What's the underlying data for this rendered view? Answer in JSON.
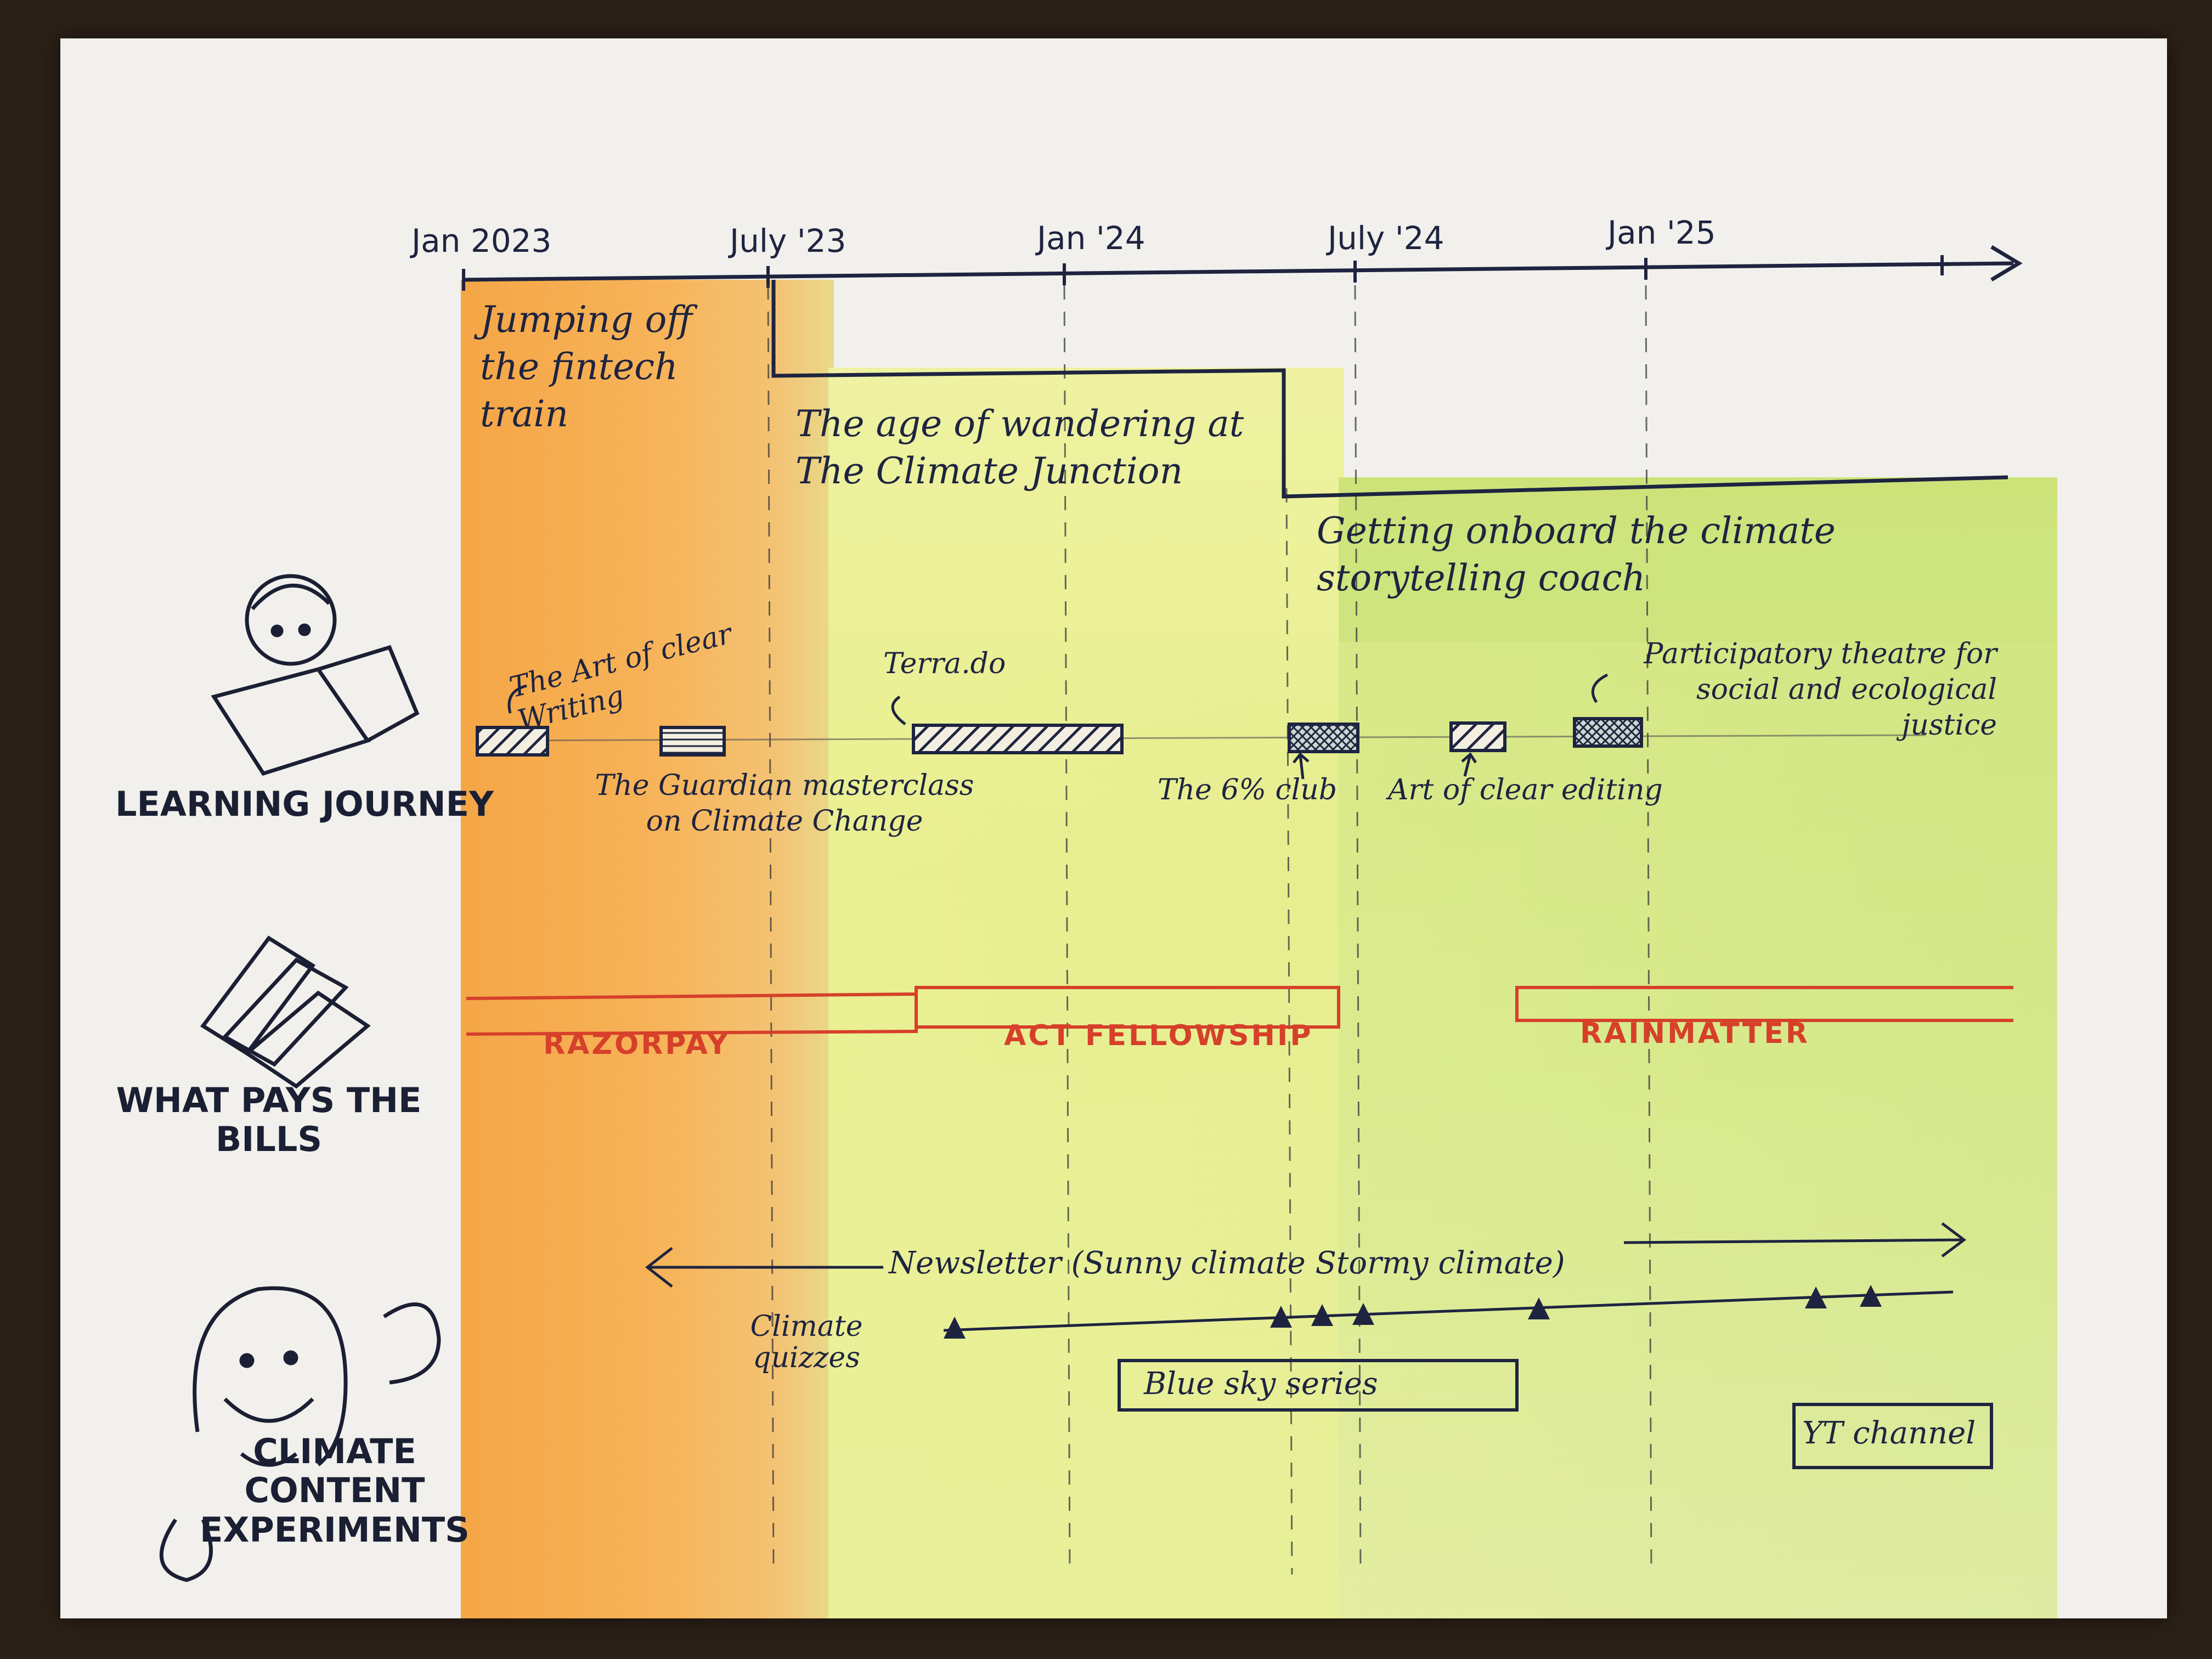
{
  "timeline": {
    "ticks": [
      "Jan 2023",
      "July '23",
      "Jan '24",
      "July '24",
      "Jan '25"
    ]
  },
  "phases": [
    {
      "label": "Jumping off the fintech train",
      "color": "#f5a646"
    },
    {
      "label": "The age of wandering at The Climate Junction",
      "color": "#eaf08f"
    },
    {
      "label": "Getting onboard the climate storytelling coach",
      "color": "#cfe47e"
    }
  ],
  "rows": {
    "learning": "LEARNING JOURNEY",
    "bills": "WHAT PAYS THE BILLS",
    "content": "CLIMATE CONTENT EXPERIMENTS"
  },
  "learning_items": [
    {
      "label": "The Art of clear Writing"
    },
    {
      "label": "The Guardian masterclass on Climate Change"
    },
    {
      "label": "Terra.do"
    },
    {
      "label": "The 6% club"
    },
    {
      "label": "Art of clear editing"
    },
    {
      "label": "Participatory theatre for social and ecological justice"
    }
  ],
  "jobs": [
    {
      "label": "RAZORPAY",
      "color": "#d6402a"
    },
    {
      "label": "ACT FELLOWSHIP",
      "color": "#d6402a"
    },
    {
      "label": "RAINMATTER",
      "color": "#d6402a"
    }
  ],
  "content": {
    "newsletter": "Newsletter (Sunny climate Stormy climate)",
    "quizzes": "Climate quizzes",
    "blue_sky": "Blue sky series",
    "yt": "YT channel"
  },
  "ink_color": "#1e2440"
}
